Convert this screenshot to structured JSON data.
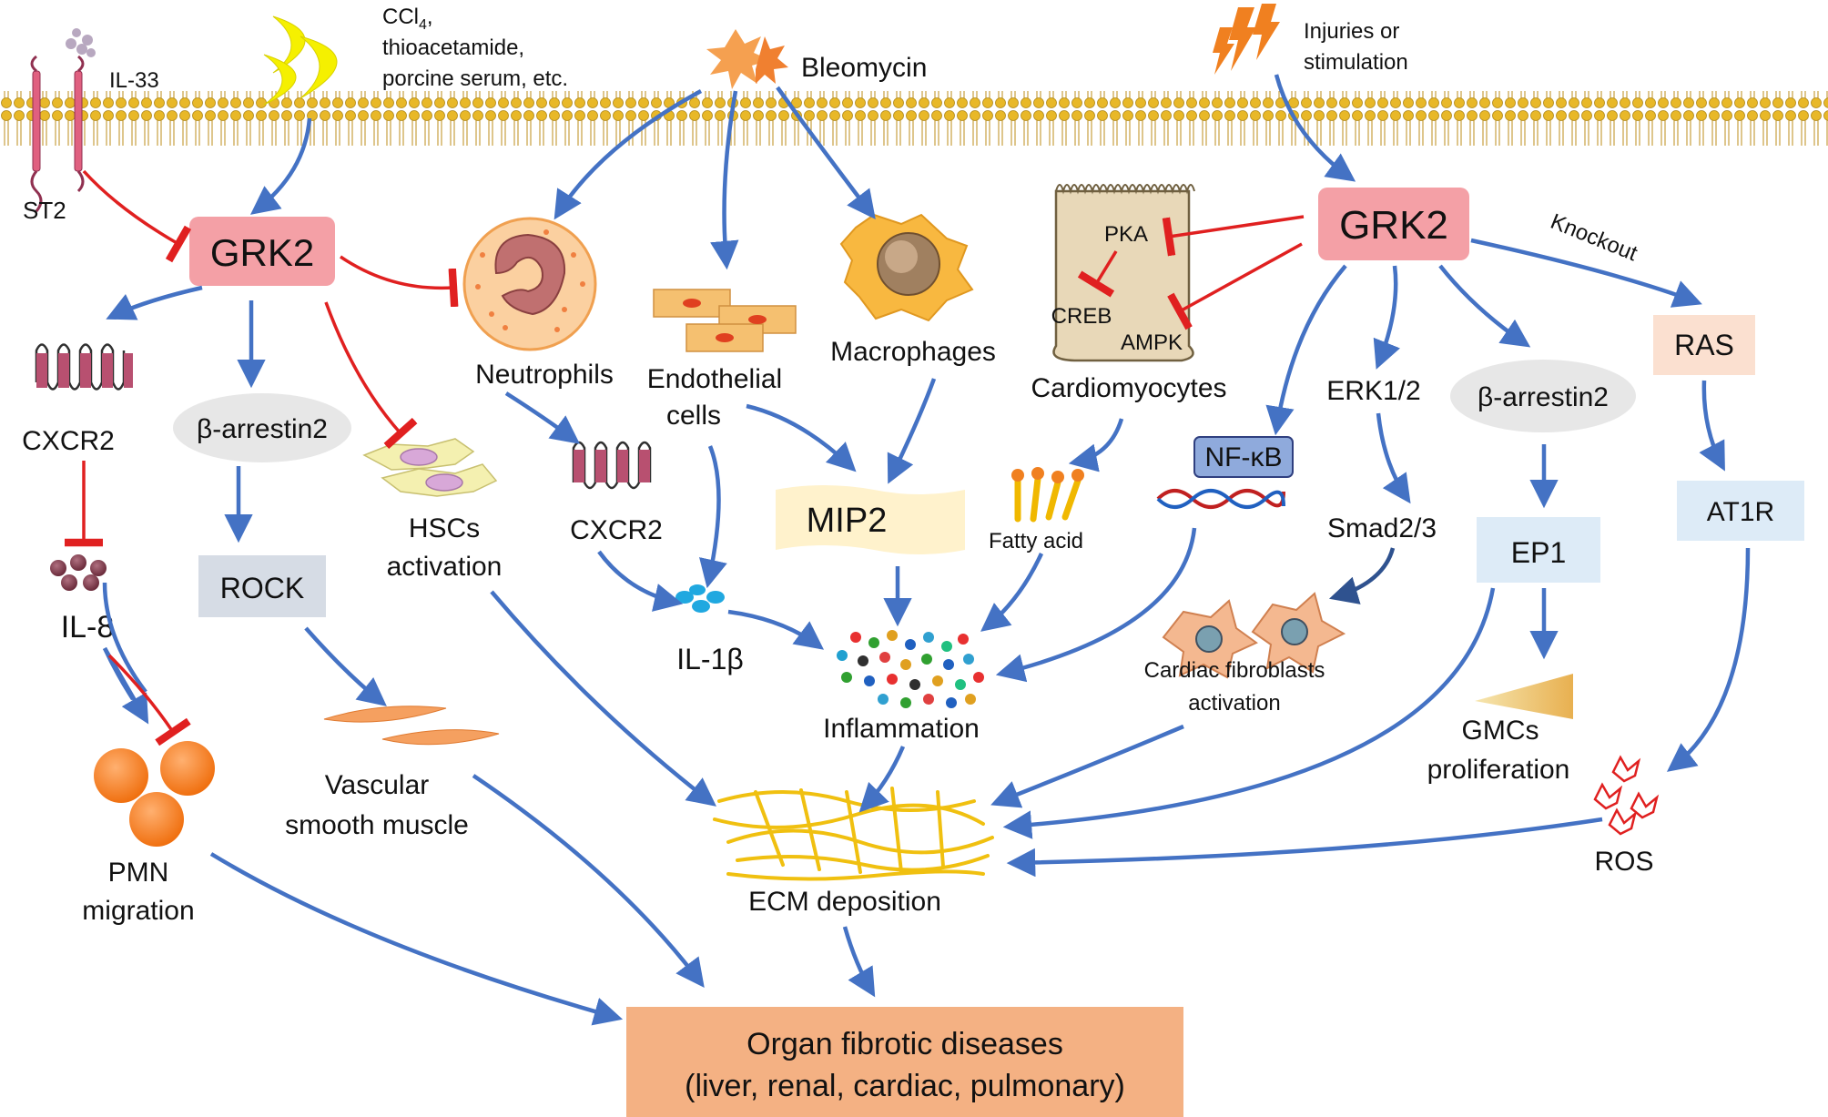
{
  "labels": {
    "il33": "IL-33",
    "st2": "ST2",
    "ccl4": "CCl",
    "ccl4_sub": "4",
    "ccl4_line2": "thioacetamide,",
    "ccl4_line3": "porcine serum, etc.",
    "bleomycin": "Bleomycin",
    "injuries_line1": "Injuries or",
    "injuries_line2": "stimulation",
    "grk2_left": "GRK2",
    "grk2_right": "GRK2",
    "knockout": "Knockout",
    "cxcr2_left": "CXCR2",
    "barrestin_left": "β-arrestin2",
    "hscs_line1": "HSCs",
    "hscs_line2": "activation",
    "il8": "IL-8",
    "rock": "ROCK",
    "pmn_line1": "PMN",
    "pmn_line2": "migration",
    "vsm_line1": "Vascular",
    "vsm_line2": "smooth muscle",
    "neutrophils": "Neutrophils",
    "endothelial_line1": "Endothelial",
    "endothelial_line2": "cells",
    "macrophages": "Macrophages",
    "cxcr2_mid": "CXCR2",
    "il1b": "IL-1β",
    "mip2": "MIP2",
    "inflammation": "Inflammation",
    "ecm": "ECM deposition",
    "pka": "PKA",
    "creb": "CREB",
    "ampk": "AMPK",
    "cardiomyocytes": "Cardiomyocytes",
    "fatty_acid": "Fatty acid",
    "nfkb": "NF-κB",
    "erk": "ERK1/2",
    "smad": "Smad2/3",
    "barrestin_right": "β-arrestin2",
    "ep1": "EP1",
    "cf_line1": "Cardiac fibroblasts",
    "cf_line2": "activation",
    "gmc_line1": "GMCs",
    "gmc_line2": "proliferation",
    "ras": "RAS",
    "at1r": "AT1R",
    "ros": "ROS",
    "organ_line1": "Organ fibrotic diseases",
    "organ_line2": "(liver, renal, cardiac, pulmonary)"
  },
  "colors": {
    "activation_arrow": "#4472C4",
    "inhibition_arrow": "#E02020",
    "grk2_fill": "#F4A0A6",
    "membrane": "#E0B020",
    "organ_box": "#F4B183",
    "ras_box": "#FBE0D0",
    "ep1_box": "#DDEBF7",
    "rock_box": "#D6DCE5",
    "mip2_box": "#FFF2CC"
  }
}
